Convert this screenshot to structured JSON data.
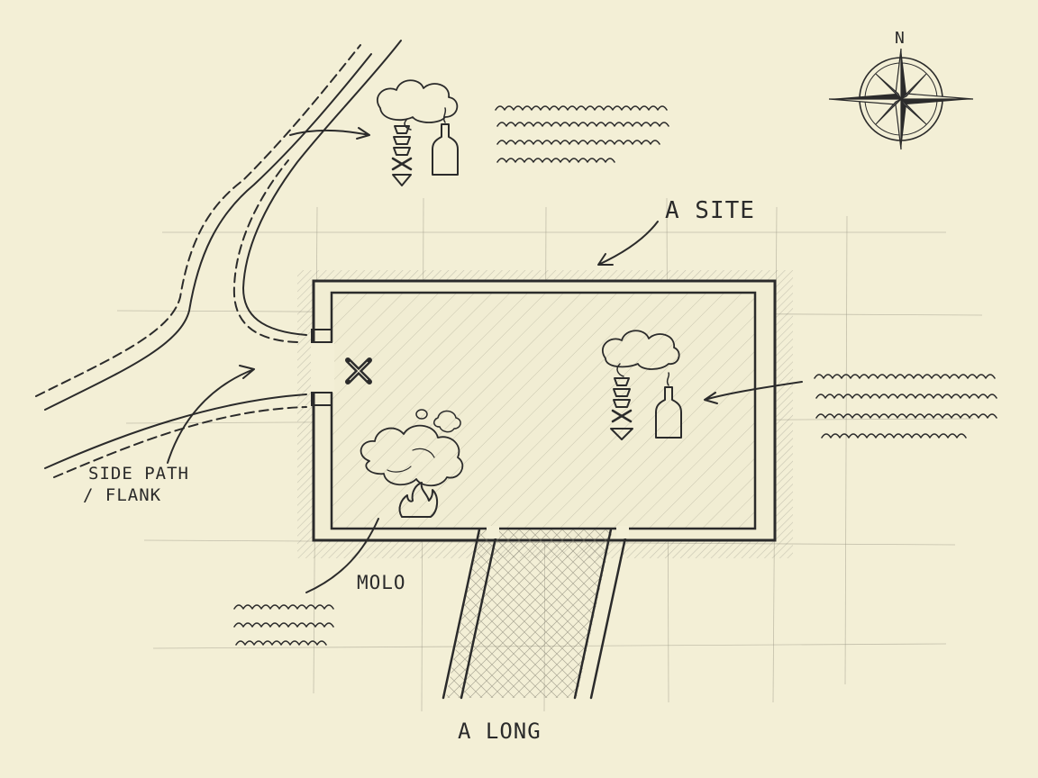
{
  "map": {
    "labels": {
      "a_site": "A SITE",
      "a_long": "A LONG",
      "molo": "MOLO",
      "side_path_line1": "SIDE PATH",
      "side_path_line2": "/ FLANK",
      "north": "N"
    },
    "icons": {
      "utility_stack": "smoke-and-molotov-icon",
      "fire": "molotov-fire-icon",
      "smoke_cloud": "smoke-cloud-icon",
      "cross_marker": "cross-marker-icon",
      "compass": "compass-rose-icon"
    },
    "colors": {
      "paper": "#f3efd6",
      "pencil": "#2b2b2b",
      "grid": "#9a9787"
    }
  }
}
